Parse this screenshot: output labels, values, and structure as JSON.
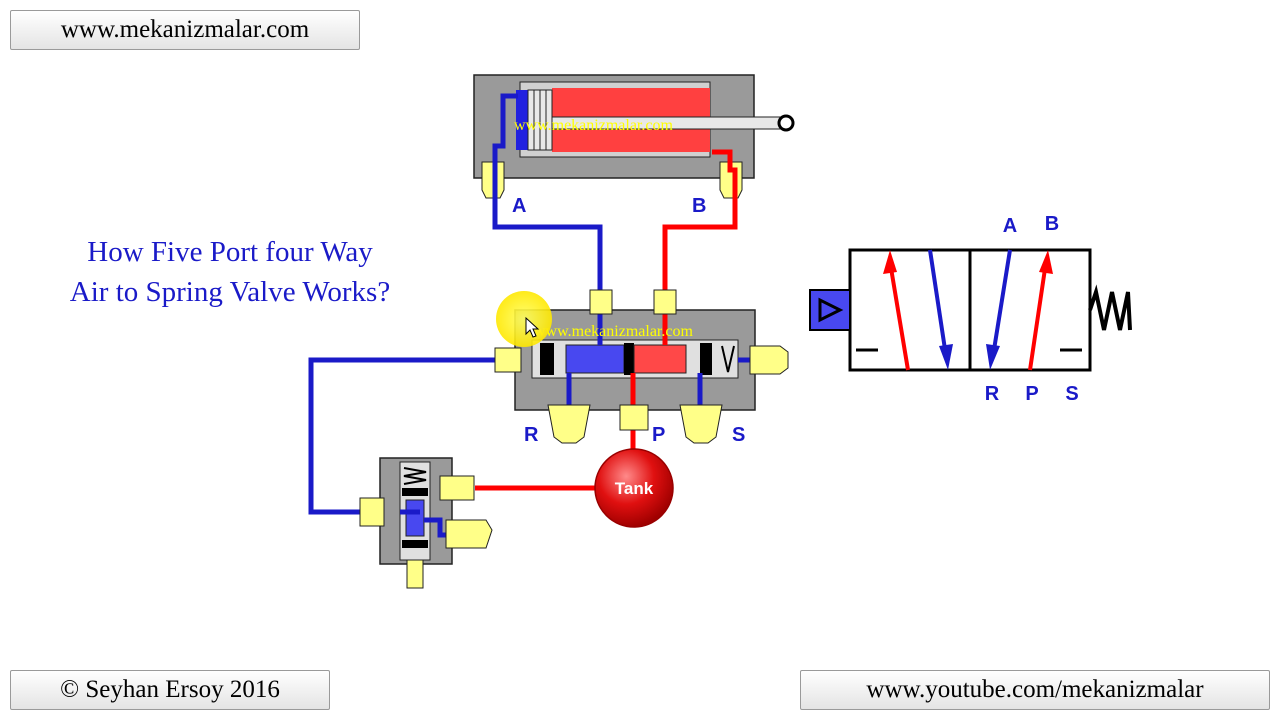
{
  "header": {
    "website": "www.mekanizmalar.com"
  },
  "title": {
    "line1": "How Five Port four Way",
    "line2": "Air to Spring Valve Works?"
  },
  "cylinder": {
    "watermark": "www.mekanizmalar.com",
    "port_a": "A",
    "port_b": "B"
  },
  "valve": {
    "watermark": "www.mekanizmalar.com",
    "port_r": "R",
    "port_p": "P",
    "port_s": "S"
  },
  "tank": {
    "label": "Tank"
  },
  "symbol": {
    "port_a": "A",
    "port_b": "B",
    "port_r": "R",
    "port_p": "P",
    "port_s": "S"
  },
  "footer": {
    "copyright": "© Seyhan Ersoy 2016",
    "youtube": "www.youtube.com/mekanizmalar"
  },
  "colors": {
    "pressure_line": "#ff0000",
    "exhaust_line": "#1a1ac8",
    "body": "#9a9a9a",
    "fitting": "#ffff88",
    "label": "#1a1ac8"
  }
}
